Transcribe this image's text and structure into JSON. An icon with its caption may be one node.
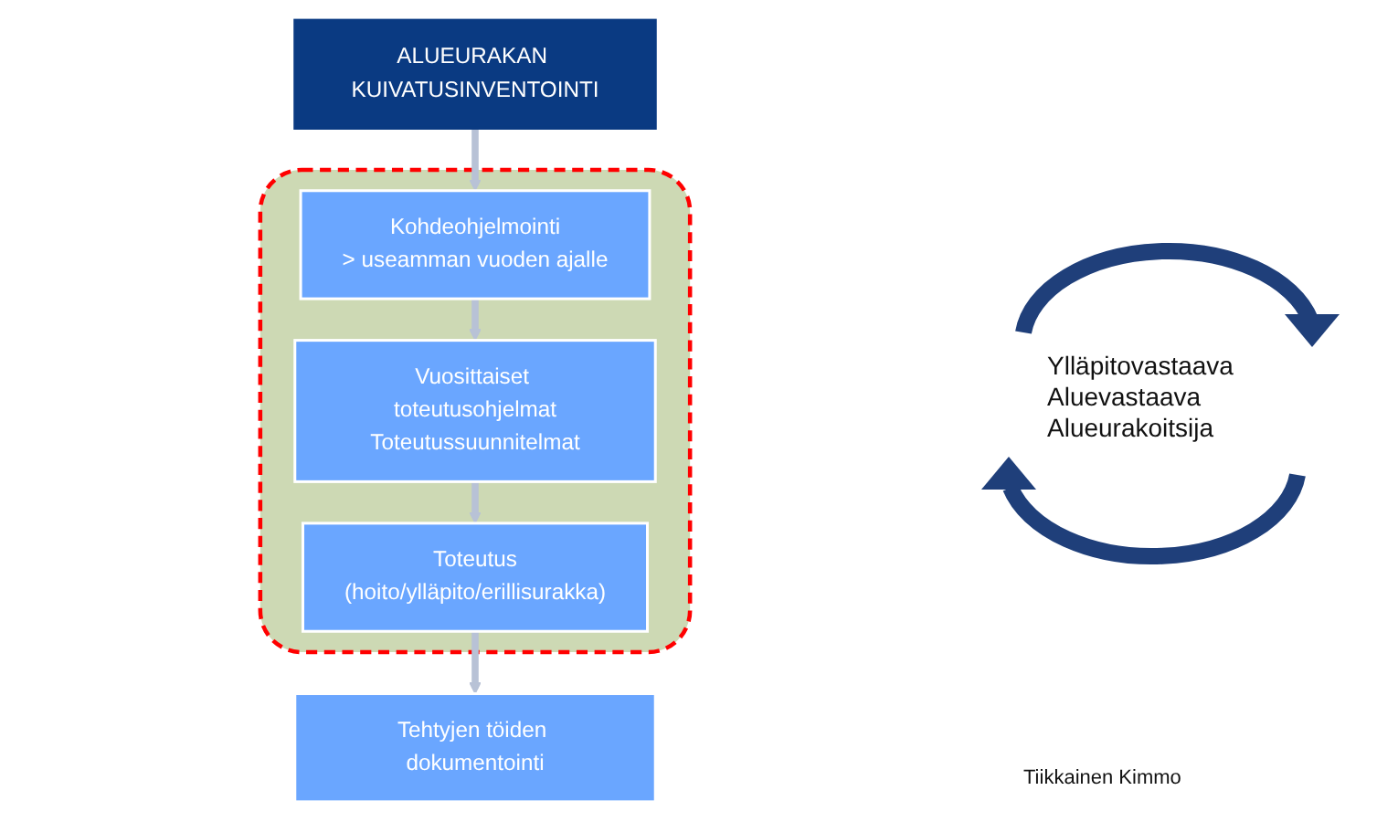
{
  "diagram": {
    "nodes": [
      {
        "text": [
          "ALUEURAKAN KUIVATUSINVENTOINTI"
        ]
      },
      {
        "text": [],
        "shape": "box"
      },
      {
        "text": [
          "Kohdeohjelmointi",
          "> useamman vuoden ajalle"
        ],
        "in": 1
      },
      {
        "text": [
          "Vuosittaiset toteutusohjelmat",
          "Toteutussuunnitelmat"
        ],
        "in": 1
      },
      {
        "text": [
          "Toteutus",
          "(hoito/ylläpito/erillisurakka)"
        ],
        "in": 1
      },
      {
        "text": [
          "Tehtyjen töiden dokumentointi"
        ]
      }
    ],
    "edges": [
      {
        "from": 0,
        "to": 2,
        "arrow": "to"
      },
      {
        "from": 2,
        "to": 3,
        "arrow": "to"
      },
      {
        "from": 3,
        "to": 4,
        "arrow": "to"
      },
      {
        "from": 4,
        "to": 5,
        "arrow": "to"
      }
    ],
    "labels": [
      "Ylläpitovastaava Aluevastaava Alueurakoitsija",
      "Tiikkainen Kimmo"
    ]
  }
}
